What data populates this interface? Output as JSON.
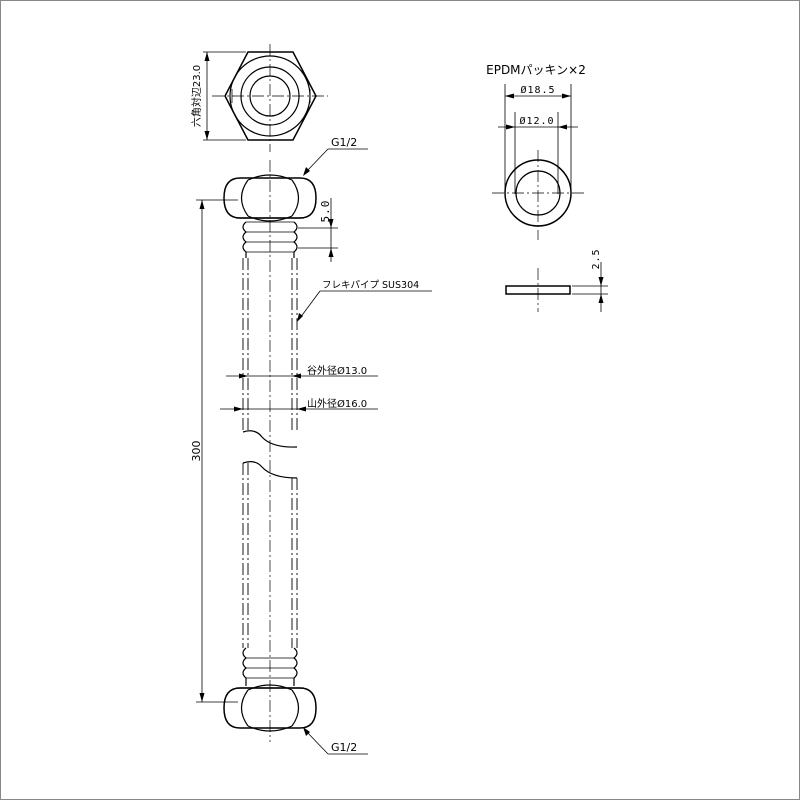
{
  "labels": {
    "hex_across_flats": "六角対辺23.0",
    "thread_top": "G1/2",
    "thread_bottom": "G1/2",
    "flex_pipe": "フレキパイプ SUS304",
    "valley_od": "谷外径Ø13.0",
    "peak_od": "山外径Ø16.0",
    "length": "300",
    "pitch": "5.0",
    "packing_title": "EPDMパッキン×2",
    "packing_od": "Ø18.5",
    "packing_id": "Ø12.0",
    "packing_thickness": "2.5"
  }
}
